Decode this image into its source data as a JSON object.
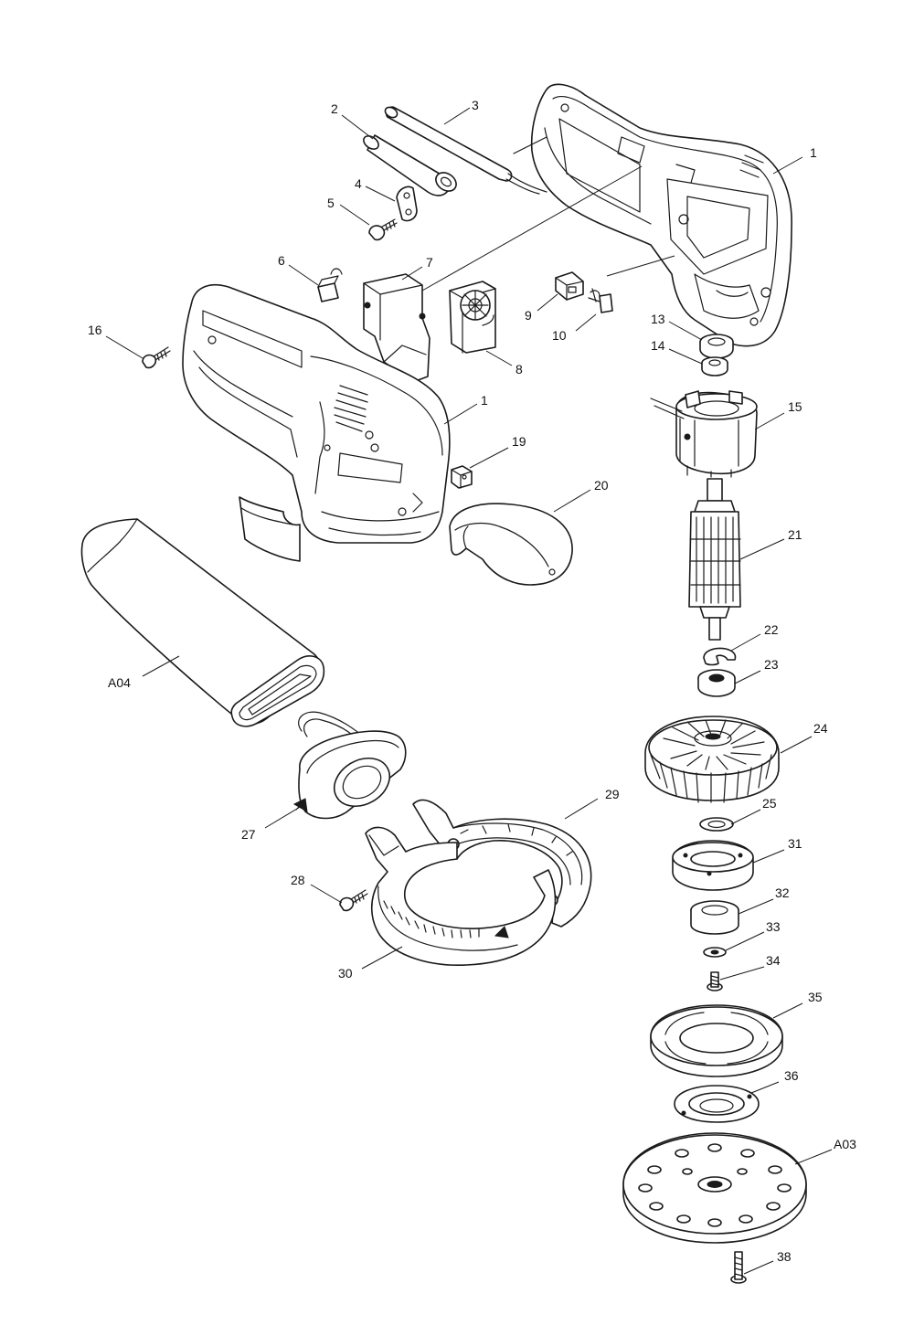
{
  "callouts": [
    {
      "id": "c-1a",
      "label": "1"
    },
    {
      "id": "c-2",
      "label": "2"
    },
    {
      "id": "c-3",
      "label": "3"
    },
    {
      "id": "c-4",
      "label": "4"
    },
    {
      "id": "c-5",
      "label": "5"
    },
    {
      "id": "c-6",
      "label": "6"
    },
    {
      "id": "c-7",
      "label": "7"
    },
    {
      "id": "c-8",
      "label": "8"
    },
    {
      "id": "c-9",
      "label": "9"
    },
    {
      "id": "c-10",
      "label": "10"
    },
    {
      "id": "c-13",
      "label": "13"
    },
    {
      "id": "c-14",
      "label": "14"
    },
    {
      "id": "c-16",
      "label": "16"
    },
    {
      "id": "c-1b",
      "label": "1"
    },
    {
      "id": "c-15",
      "label": "15"
    },
    {
      "id": "c-19",
      "label": "19"
    },
    {
      "id": "c-20",
      "label": "20"
    },
    {
      "id": "c-21",
      "label": "21"
    },
    {
      "id": "c-22",
      "label": "22"
    },
    {
      "id": "c-23",
      "label": "23"
    },
    {
      "id": "c-a04",
      "label": "A04"
    },
    {
      "id": "c-24",
      "label": "24"
    },
    {
      "id": "c-25",
      "label": "25"
    },
    {
      "id": "c-29",
      "label": "29"
    },
    {
      "id": "c-27",
      "label": "27"
    },
    {
      "id": "c-31",
      "label": "31"
    },
    {
      "id": "c-28",
      "label": "28"
    },
    {
      "id": "c-32",
      "label": "32"
    },
    {
      "id": "c-33",
      "label": "33"
    },
    {
      "id": "c-34",
      "label": "34"
    },
    {
      "id": "c-30",
      "label": "30"
    },
    {
      "id": "c-35",
      "label": "35"
    },
    {
      "id": "c-36",
      "label": "36"
    },
    {
      "id": "c-a03",
      "label": "A03"
    },
    {
      "id": "c-38",
      "label": "38"
    }
  ]
}
